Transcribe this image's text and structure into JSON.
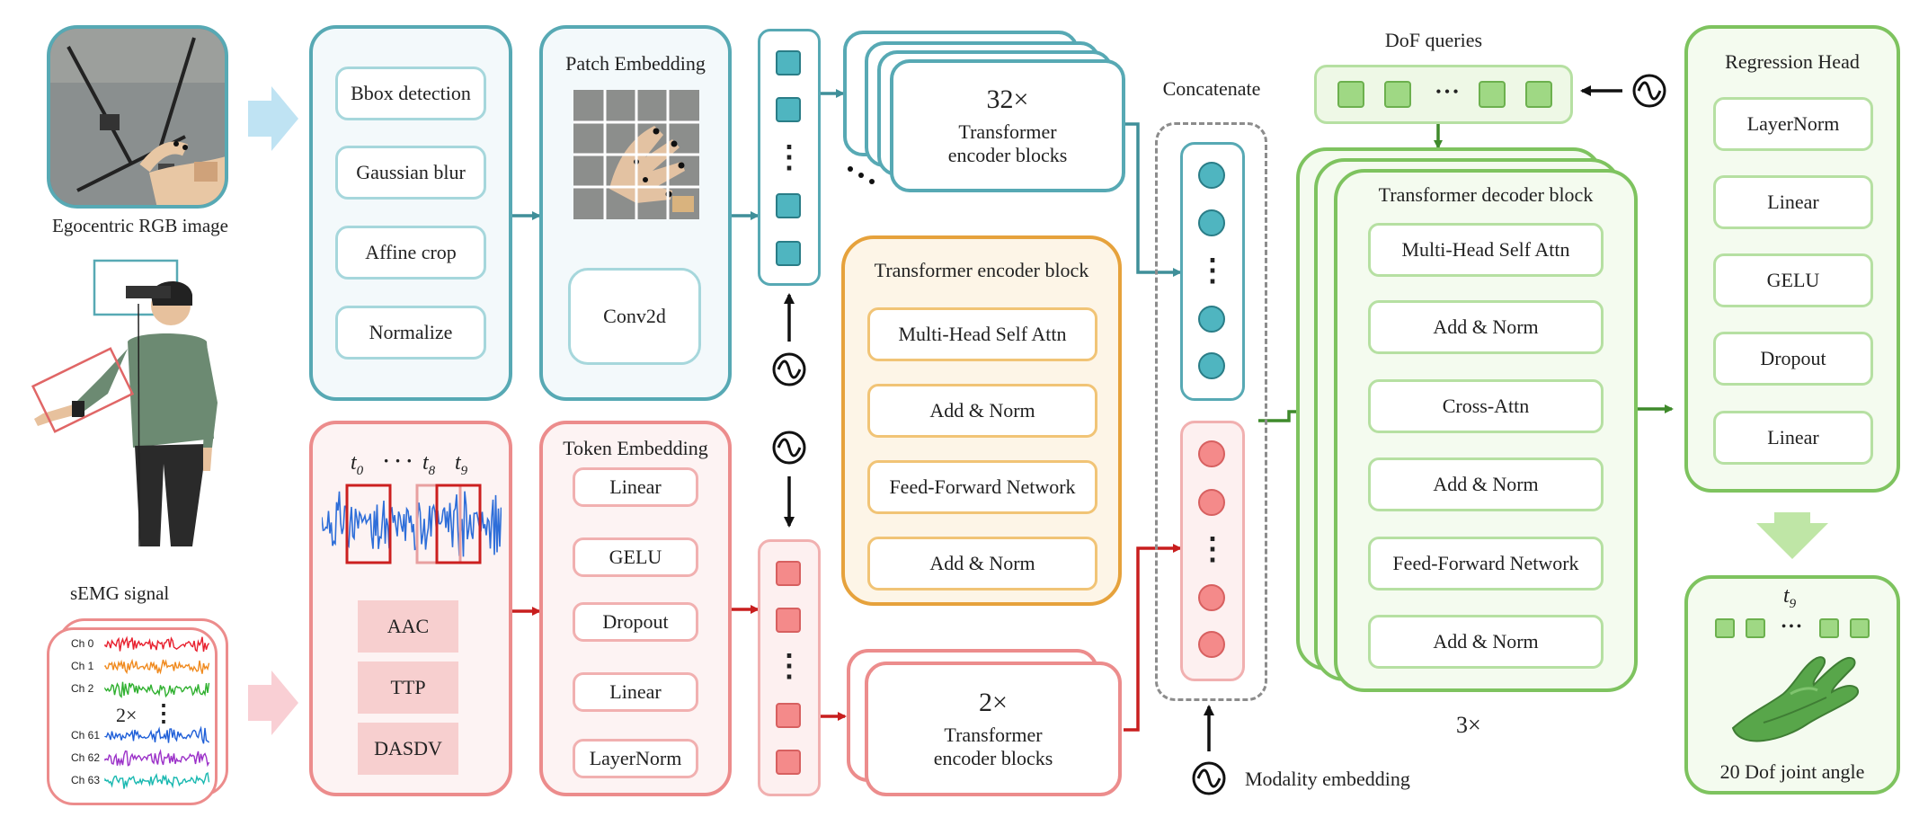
{
  "input": {
    "rgb_caption": "Egocentric RGB image",
    "semg_caption": "sEMG signal",
    "channels": [
      "Ch 0",
      "Ch 1",
      "Ch 2",
      "Ch 61",
      "Ch 62",
      "Ch 63"
    ],
    "channel_colors": [
      "#e8202e",
      "#f08a1e",
      "#2fb02f",
      "#1f5fd8",
      "#9b30c8",
      "#18b8b0"
    ],
    "ellipsis": "⋮",
    "stack_label": "2×"
  },
  "rgb_preproc": {
    "steps": [
      "Bbox detection",
      "Gaussian blur",
      "Affine crop",
      "Normalize"
    ]
  },
  "patch_embedding": {
    "title": "Patch Embedding",
    "op": "Conv2d"
  },
  "vis_encoder": {
    "count": "32×",
    "label_line1": "Transformer",
    "label_line2": "encoder blocks"
  },
  "emg_features": {
    "t0": "t",
    "t0_sub": "0",
    "dots": "· · ·",
    "t8": "t",
    "t8_sub": "8",
    "t9": "t",
    "t9_sub": "9",
    "features": [
      "AAC",
      "TTP",
      "DASDV"
    ]
  },
  "token_embedding": {
    "title": "Token Embedding",
    "steps": [
      "Linear",
      "GELU",
      "Dropout",
      "Linear",
      "LayerNorm"
    ]
  },
  "encoder_block": {
    "title": "Transformer encoder block",
    "steps": [
      "Multi-Head Self Attn",
      "Add & Norm",
      "Feed-Forward Network",
      "Add & Norm"
    ]
  },
  "emg_encoder": {
    "count": "2×",
    "label_line1": "Transformer",
    "label_line2": "encoder blocks"
  },
  "concat": {
    "title": "Concatenate",
    "modality_label": "Modality embedding"
  },
  "dof": {
    "title": "DoF queries",
    "dots": "• • •"
  },
  "decoder": {
    "title": "Transformer decoder block",
    "steps": [
      "Multi-Head Self Attn",
      "Add & Norm",
      "Cross-Attn",
      "Add & Norm",
      "Feed-Forward Network",
      "Add & Norm"
    ],
    "repeat": "3×"
  },
  "regression": {
    "title": "Regression Head",
    "steps": [
      "LayerNorm",
      "Linear",
      "GELU",
      "Dropout",
      "Linear"
    ]
  },
  "output": {
    "t": "t",
    "t_sub": "9",
    "dots": "• • •",
    "caption": "20 Dof joint angle"
  },
  "colors": {
    "blue": "#57a9b4",
    "red": "#cc1f1f",
    "orange": "#e6a23c",
    "green": "#4d9a32"
  }
}
